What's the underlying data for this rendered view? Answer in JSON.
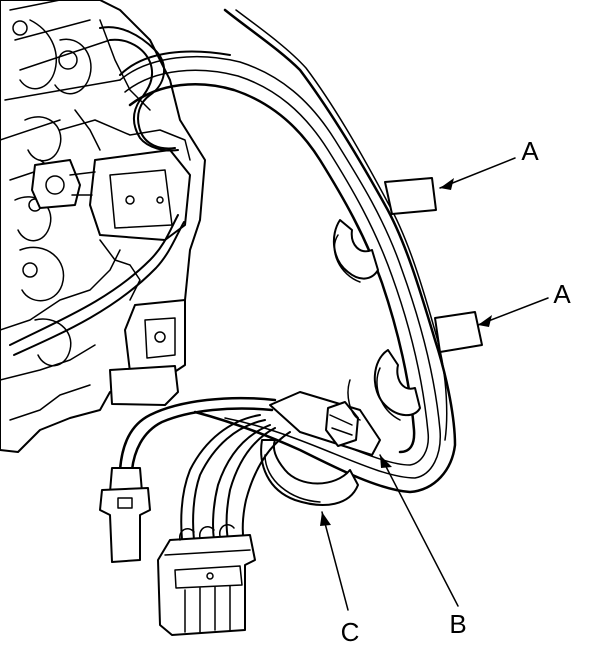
{
  "callouts": {
    "a_upper": "A",
    "a_lower": "A",
    "b": "B",
    "c": "C"
  },
  "colors": {
    "ink": "#000000",
    "paper": "#ffffff"
  }
}
